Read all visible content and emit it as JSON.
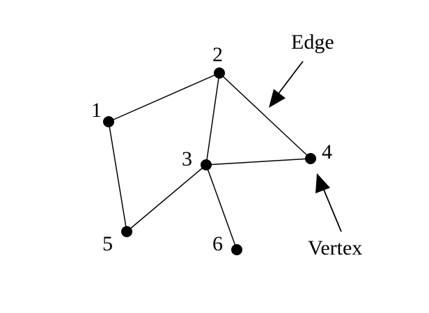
{
  "graph": {
    "vertices": [
      {
        "id": "1",
        "label": "1"
      },
      {
        "id": "2",
        "label": "2"
      },
      {
        "id": "3",
        "label": "3"
      },
      {
        "id": "4",
        "label": "4"
      },
      {
        "id": "5",
        "label": "5"
      },
      {
        "id": "6",
        "label": "6"
      }
    ],
    "edges": [
      {
        "from": "1",
        "to": "2"
      },
      {
        "from": "1",
        "to": "5"
      },
      {
        "from": "2",
        "to": "3"
      },
      {
        "from": "2",
        "to": "4"
      },
      {
        "from": "3",
        "to": "4"
      },
      {
        "from": "3",
        "to": "5"
      },
      {
        "from": "3",
        "to": "6"
      }
    ]
  },
  "annotations": {
    "edge_label": "Edge",
    "vertex_label": "Vertex"
  },
  "colors": {
    "ink": "#000000",
    "background": "#ffffff"
  }
}
